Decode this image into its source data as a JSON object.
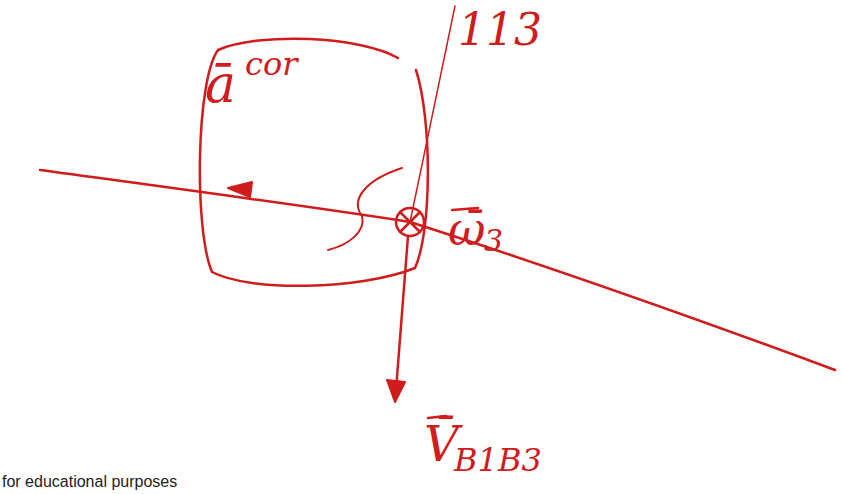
{
  "diagram": {
    "labels": [
      "113",
      "ā",
      "cor",
      "ω̄",
      "3",
      "V̄",
      "B1B3",
      "for educational purposes"
    ]
  }
}
